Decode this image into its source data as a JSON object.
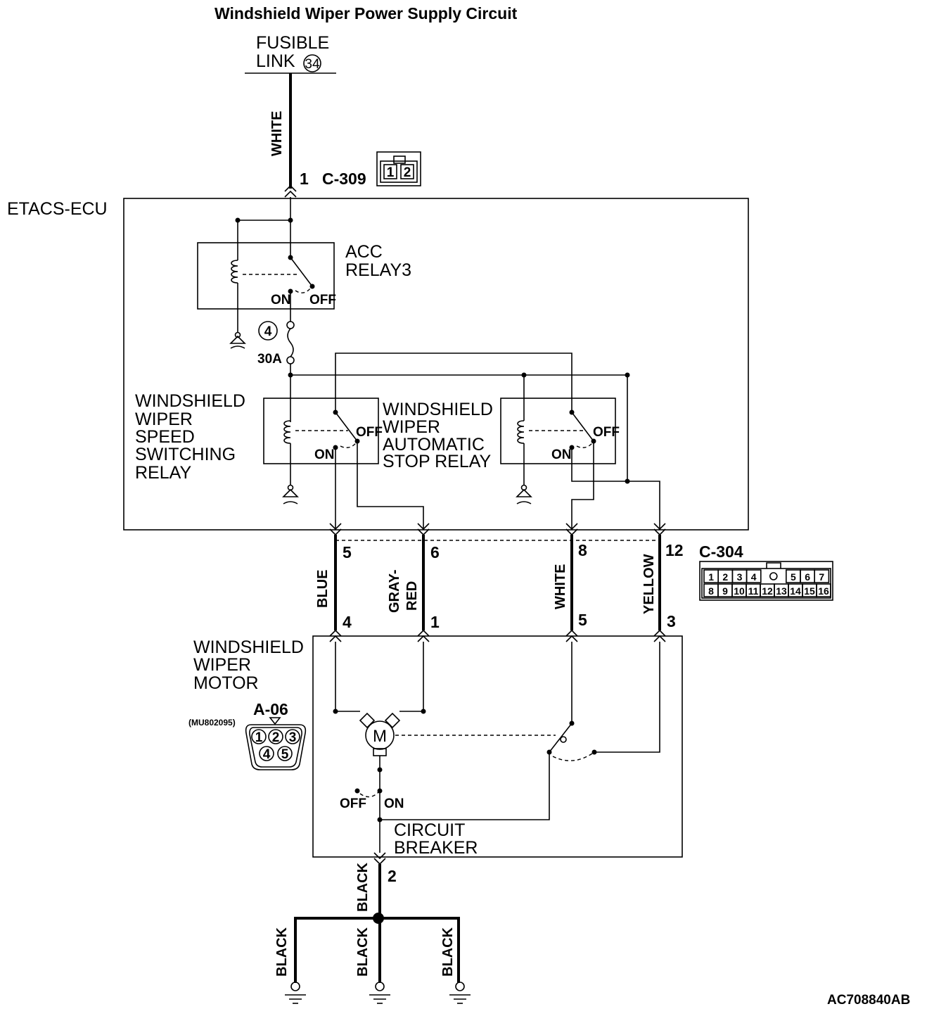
{
  "title": "Windshield Wiper Power Supply Circuit",
  "figure_code": "AC708840AB",
  "fusible_link": {
    "line1": "FUSIBLE",
    "line2": "LINK",
    "number": "34"
  },
  "connectors": {
    "c309": {
      "id": "C-309",
      "pins": [
        "1",
        "2"
      ]
    },
    "c304": {
      "id": "C-304",
      "row1": [
        "1",
        "2",
        "3",
        "4",
        "5",
        "6",
        "7"
      ],
      "row2": [
        "8",
        "9",
        "10",
        "11",
        "12",
        "13",
        "14",
        "15",
        "16"
      ]
    },
    "a06": {
      "id": "A-06",
      "part": "(MU802095)",
      "pins": [
        "1",
        "2",
        "3",
        "4",
        "5"
      ]
    }
  },
  "etacs": {
    "label": "ETACS-ECU"
  },
  "acc_relay": {
    "line1": "ACC",
    "line2": "RELAY3",
    "on": "ON",
    "off": "OFF"
  },
  "fuse": {
    "number": "4",
    "rating": "30A"
  },
  "speed_relay": {
    "lines": [
      "WINDSHIELD",
      "WIPER",
      "SPEED",
      "SWITCHING",
      "RELAY"
    ],
    "on": "ON",
    "off": "OFF"
  },
  "auto_stop_relay": {
    "lines": [
      "WINDSHIELD",
      "WIPER",
      "AUTOMATIC",
      "STOP RELAY"
    ],
    "on": "ON",
    "off": "OFF"
  },
  "motor": {
    "lines": [
      "WINDSHIELD",
      "WIPER",
      "MOTOR"
    ],
    "symbol": "M"
  },
  "circuit_breaker": {
    "line1": "CIRCUIT",
    "line2": "BREAKER",
    "off": "OFF",
    "on": "ON"
  },
  "pins": {
    "c309_1": "1",
    "ecu_5": "5",
    "ecu_6": "6",
    "ecu_8": "8",
    "ecu_12": "12",
    "motor_4": "4",
    "motor_1": "1",
    "motor_5": "5",
    "motor_3": "3",
    "motor_2": "2"
  },
  "wires": {
    "supply": "WHITE",
    "blue": "BLUE",
    "gray_red_1": "GRAY-",
    "gray_red_2": "RED",
    "white": "WHITE",
    "yellow": "YELLOW",
    "ground_main": "BLACK",
    "ground_1": "BLACK",
    "ground_2": "BLACK",
    "ground_3": "BLACK"
  }
}
